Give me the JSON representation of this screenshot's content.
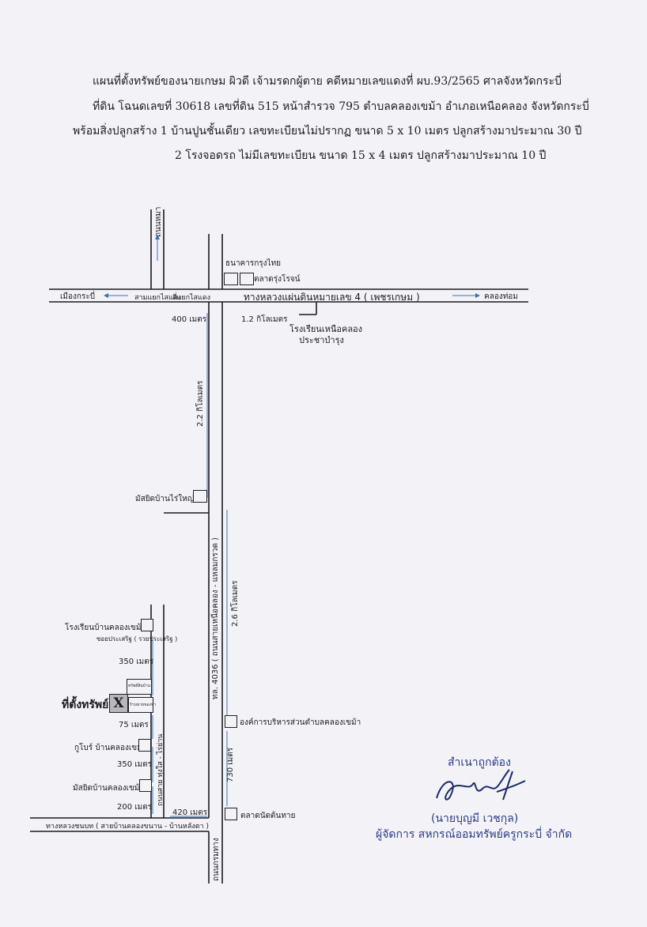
{
  "header": {
    "line1": "แผนที่ตั้งทรัพย์ของนายเกษม  ผิวดี  เจ้ามรดกผู้ตาย คดีหมายเลขแดงที่ ผบ.93/2565   ศาลจังหวัดกระบี่",
    "line2": "ที่ดิน โฉนดเลขที่ 30618 เลขที่ดิน 515 หน้าสำรวจ 795 ตำบลคลองเขม้า  อำเภอเหนือคลอง  จังหวัดกระบี่",
    "line3": "พร้อมสิ่งปลูกสร้าง    1  บ้านปูนชั้นเดียว เลขทะเบียนไม่ปรากฏ  ขนาด 5 x 10 เมตร ปลูกสร้างมาประมาณ 30 ปี",
    "line4": "2  โรงจอดรถ  ไม่มีเลขทะเบียน ขนาด 15 x 4 เมตร ปลูกสร้างมาประมาณ 10 ปี"
  },
  "map": {
    "top_road_vertical": "ถนนหมา",
    "bank": "ธนาคารกรุงไทย",
    "market_top": "ตลาดรุ่งโรจน์",
    "city_left": "เมืองกระบี่",
    "junction_left": "สามแยกไสแดง",
    "junction_right": "สี่แยกไสแดง",
    "main_highway": "ทางหลวงแผ่นดินหมายเลข 4 ( เพชรเกษม )",
    "city_right": "คลองท่อม",
    "dist_400": "400 เมตร",
    "dist_1_2": "1.2  กิโลเมตร",
    "school_top": "โรงเรียนเหนือคลอง",
    "school_top2": "ประชาบำรุง",
    "dist_2_2": "2.2  กิโลเมตร",
    "mosque_big": "มัสยิดบ้านไร่ใหญ่",
    "road_4036": "ทล. 4036 ( ถนนสายเหนือคลอง - แหลมกรวด )",
    "dist_2_6": "2.6  กิโลเมตร",
    "school_left": "โรงเรียนบ้านคลองเขม้า",
    "soi": "ซอยประเสริฐ ( รวยประเสริฐ )",
    "dist_350a": "350 เมตร",
    "property_label": "ที่ตั้งทรัพย์",
    "property_mark": "X",
    "house1": "ทรัพย์สินบ้าน",
    "house2": "ร้านขายของชำ",
    "dist_75": "75 เมตร",
    "side_road": "ถนนสาย ทุ่งใส - ไร่ย่าน",
    "org": "องค์การบริหารส่วนตำบลคลองเขม้า",
    "kubo": "กูโบร์ บ้านคลองเขม้า",
    "dist_350b": "350 เมตร",
    "dist_730": "730 เมตร",
    "mosque_small": "มัสยิดบ้านคลองเขม้า",
    "dist_200": "200 เมตร",
    "dist_420": "420 เมตร",
    "market_bottom": "ตลาดนัดต้นทาย",
    "bottom_road": "ทางหลวงชนบท ( สายบ้านคลองขนาน - บ้านหลังตา )",
    "bottom_road_vertical": "ถนนกรมทาง"
  },
  "signature": {
    "certify": "สำเนาถูกต้อง",
    "name": "(นายบุญมี เวชกุล)",
    "title": "ผู้จัดการ สหกรณ์ออมทรัพย์ครูกระบี่ จำกัด"
  }
}
